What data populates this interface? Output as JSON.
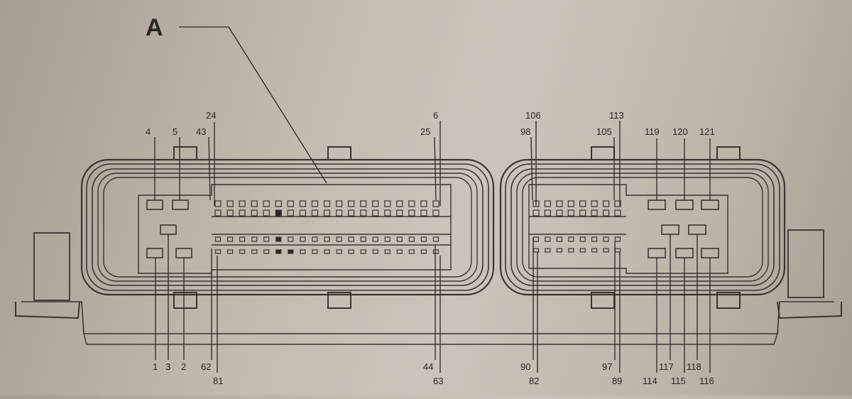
{
  "callout": {
    "letter": "A"
  },
  "labels": {
    "top": {
      "p4": "4",
      "p5": "5",
      "p24": "24",
      "p43": "43",
      "p6": "6",
      "p25": "25",
      "p106": "106",
      "p98": "98",
      "p113": "113",
      "p105": "105",
      "p119": "119",
      "p120": "120",
      "p121": "121"
    },
    "bottom": {
      "p1": "1",
      "p3": "3",
      "p2": "2",
      "p62": "62",
      "p81": "81",
      "p44": "44",
      "p63": "63",
      "p90": "90",
      "p82": "82",
      "p97": "97",
      "p89": "89",
      "p114": "114",
      "p117": "117",
      "p115": "115",
      "p118": "118",
      "p116": "116"
    }
  },
  "colors": {
    "ink": "#2a2622",
    "line": "#3a3530",
    "paper": "#c3bbb0"
  }
}
